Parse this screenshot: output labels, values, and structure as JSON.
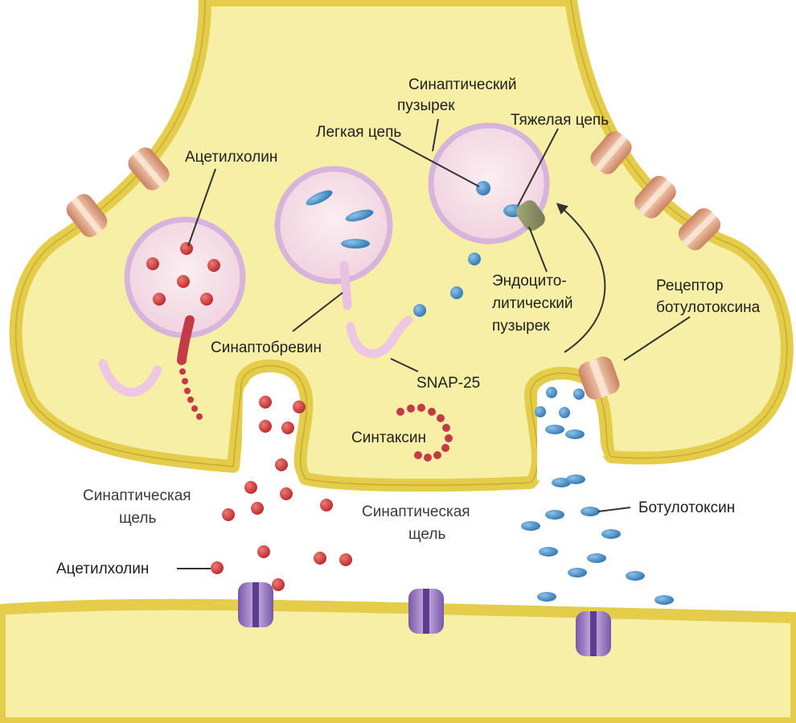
{
  "colors": {
    "cytoplasm": "#f7efa6",
    "membrane": "#e7cf4f",
    "membrane_edge": "#cdb133",
    "vesicle_fill": "#f6dfe6",
    "vesicle_ring": "#dcb5dc",
    "acetylcholine": "#cf3a3c",
    "toxin": "#4d93c8",
    "receptor_post": "#9a78c0",
    "channel_pre": "#e7ac8c",
    "snare_pink": "#eec7e3",
    "synaptobrevin_cut": "#c23b46"
  },
  "labels": {
    "acetylcholine_top": "Ацетилхолин",
    "synaptic_vesicle": [
      "Синаптический",
      "пузырек"
    ],
    "light_chain": "Легкая цепь",
    "heavy_chain": "Тяжелая цепь",
    "endocytic_vesicle": [
      "Эндоцито-",
      "литический",
      "пузырек"
    ],
    "botulinum_receptor": [
      "Рецептор",
      "ботулотоксина"
    ],
    "synaptobrevin": "Синаптобревин",
    "snap25": "SNAP-25",
    "syntaxin": "Синтаксин",
    "synaptic_cleft_left": [
      "Синаптическая",
      "щель"
    ],
    "synaptic_cleft_mid": [
      "Синаптическая",
      "щель"
    ],
    "acetylcholine_bottom": "Ацетилхолин",
    "botulinum_toxin": "Ботулотоксин"
  }
}
